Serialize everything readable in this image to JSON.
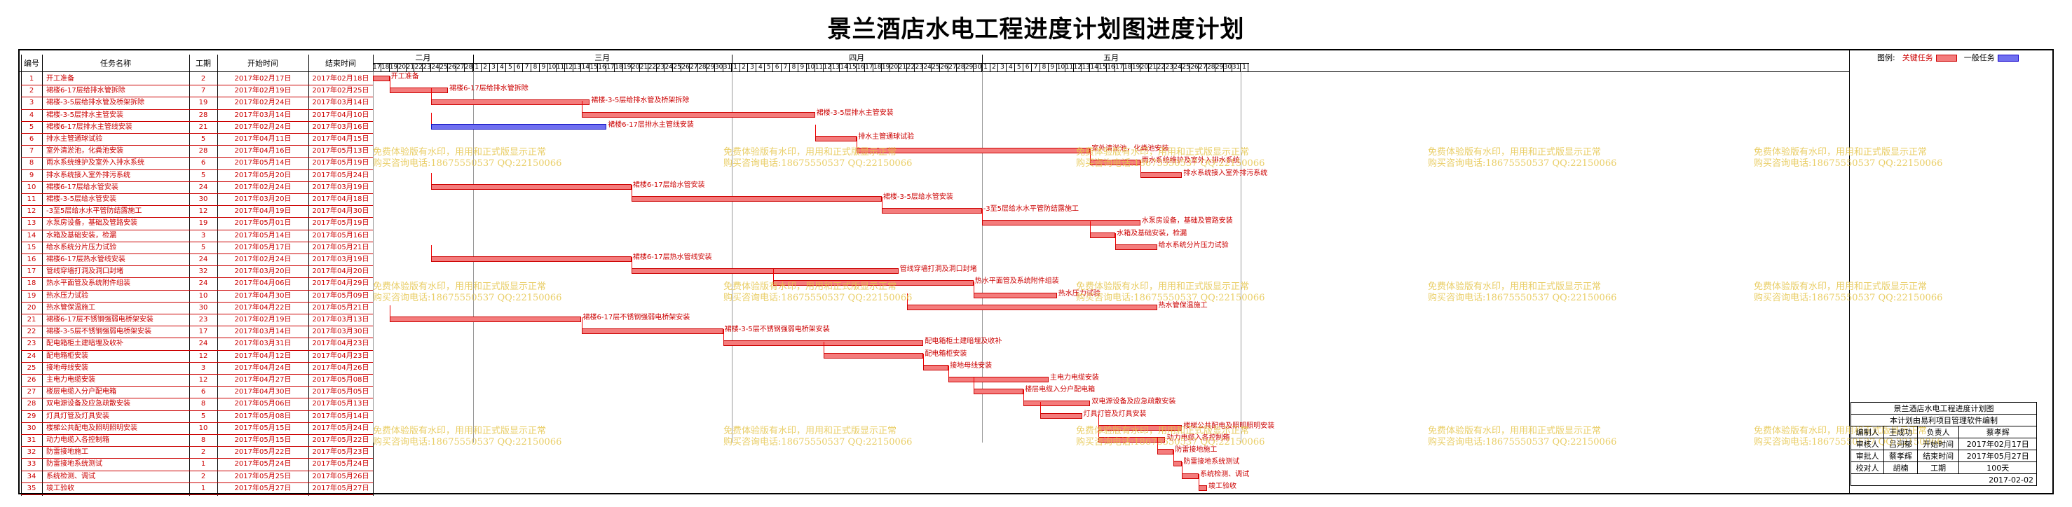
{
  "title": "景兰酒店水电工程进度计划图进度计划",
  "columns": {
    "no": "编号",
    "name": "任务名称",
    "duration": "工期",
    "start": "开始时间",
    "end": "结束时间"
  },
  "months": [
    {
      "label": "二月"
    },
    {
      "label": "三月"
    },
    {
      "label": "四月"
    },
    {
      "label": "五月"
    }
  ],
  "days": [
    "17",
    "18",
    "19",
    "20",
    "21",
    "22",
    "23",
    "24",
    "25",
    "26",
    "27",
    "28",
    "1",
    "2",
    "3",
    "4",
    "5",
    "6",
    "7",
    "8",
    "9",
    "10",
    "11",
    "12",
    "13",
    "14",
    "15",
    "16",
    "17",
    "18",
    "19",
    "20",
    "21",
    "22",
    "23",
    "24",
    "25",
    "26",
    "27",
    "28",
    "29",
    "30",
    "31",
    "1",
    "2",
    "3",
    "4",
    "5",
    "6",
    "7",
    "8",
    "9",
    "10",
    "11",
    "12",
    "13",
    "14",
    "15",
    "16",
    "17",
    "18",
    "19",
    "20",
    "21",
    "22",
    "23",
    "24",
    "25",
    "26",
    "27",
    "28",
    "29",
    "30",
    "1",
    "2",
    "3",
    "4",
    "5",
    "6",
    "7",
    "8",
    "9",
    "10",
    "11",
    "12",
    "13",
    "14",
    "15",
    "16",
    "17",
    "18",
    "19",
    "20",
    "21",
    "22",
    "23",
    "24",
    "25",
    "26",
    "27",
    "28",
    "29",
    "30",
    "31",
    "1"
  ],
  "tasks": [
    {
      "no": "1",
      "name": "开工准备",
      "dur": "2",
      "start": "2017年02月17日",
      "end": "2017年02月18日",
      "s": 0,
      "d": 2,
      "type": "critical"
    },
    {
      "no": "2",
      "name": "裙楼6-17层给排水管拆除",
      "dur": "7",
      "start": "2017年02月19日",
      "end": "2017年02月25日",
      "s": 2,
      "d": 7,
      "type": "critical"
    },
    {
      "no": "3",
      "name": "裙楼-3-5层给排水管及桥架拆除",
      "dur": "19",
      "start": "2017年02月24日",
      "end": "2017年03月14日",
      "s": 7,
      "d": 19,
      "type": "critical"
    },
    {
      "no": "4",
      "name": "裙楼-3-5层排水主管安装",
      "dur": "28",
      "start": "2017年03月14日",
      "end": "2017年04月10日",
      "s": 25,
      "d": 28,
      "type": "critical"
    },
    {
      "no": "5",
      "name": "裙楼6-17层排水主管线安装",
      "dur": "21",
      "start": "2017年02月24日",
      "end": "2017年03月16日",
      "s": 7,
      "d": 21,
      "type": "normal"
    },
    {
      "no": "6",
      "name": "排水主管通球试验",
      "dur": "5",
      "start": "2017年04月11日",
      "end": "2017年04月15日",
      "s": 53,
      "d": 5,
      "type": "critical"
    },
    {
      "no": "7",
      "name": "室外清淤池，化粪池安装",
      "dur": "28",
      "start": "2017年04月16日",
      "end": "2017年05月13日",
      "s": 58,
      "d": 28,
      "type": "critical"
    },
    {
      "no": "8",
      "name": "雨水系统维护及室外入排水系统",
      "dur": "6",
      "start": "2017年05月14日",
      "end": "2017年05月19日",
      "s": 86,
      "d": 6,
      "type": "critical"
    },
    {
      "no": "9",
      "name": "排水系统接入室外排污系统",
      "dur": "5",
      "start": "2017年05月20日",
      "end": "2017年05月24日",
      "s": 92,
      "d": 5,
      "type": "critical"
    },
    {
      "no": "10",
      "name": "裙楼6-17层给水管安装",
      "dur": "24",
      "start": "2017年02月24日",
      "end": "2017年03月19日",
      "s": 7,
      "d": 24,
      "type": "critical"
    },
    {
      "no": "11",
      "name": "裙楼-3-5层给水管安装",
      "dur": "30",
      "start": "2017年03月20日",
      "end": "2017年04月18日",
      "s": 31,
      "d": 30,
      "type": "critical"
    },
    {
      "no": "12",
      "name": "-3至5层给水水平管防结露施工",
      "dur": "12",
      "start": "2017年04月19日",
      "end": "2017年04月30日",
      "s": 61,
      "d": 12,
      "type": "critical"
    },
    {
      "no": "13",
      "name": "水泵房设备，基础及管路安装",
      "dur": "19",
      "start": "2017年05月01日",
      "end": "2017年05月19日",
      "s": 73,
      "d": 19,
      "type": "critical"
    },
    {
      "no": "14",
      "name": "水箱及基础安装，检漏",
      "dur": "3",
      "start": "2017年05月14日",
      "end": "2017年05月16日",
      "s": 86,
      "d": 3,
      "type": "critical"
    },
    {
      "no": "15",
      "name": "给水系统分片压力试验",
      "dur": "5",
      "start": "2017年05月17日",
      "end": "2017年05月21日",
      "s": 89,
      "d": 5,
      "type": "critical"
    },
    {
      "no": "16",
      "name": "裙楼6-17层热水管线安装",
      "dur": "24",
      "start": "2017年02月24日",
      "end": "2017年03月19日",
      "s": 7,
      "d": 24,
      "type": "critical"
    },
    {
      "no": "17",
      "name": "管线穿墙打洞及洞口封堵",
      "dur": "32",
      "start": "2017年03月20日",
      "end": "2017年04月20日",
      "s": 31,
      "d": 32,
      "type": "critical"
    },
    {
      "no": "18",
      "name": "热水平面管及系统附件组装",
      "dur": "24",
      "start": "2017年04月06日",
      "end": "2017年04月29日",
      "s": 48,
      "d": 24,
      "type": "critical"
    },
    {
      "no": "19",
      "name": "热水压力试验",
      "dur": "10",
      "start": "2017年04月30日",
      "end": "2017年05月09日",
      "s": 72,
      "d": 10,
      "type": "critical"
    },
    {
      "no": "20",
      "name": "热水管保温施工",
      "dur": "30",
      "start": "2017年04月22日",
      "end": "2017年05月21日",
      "s": 64,
      "d": 30,
      "type": "critical"
    },
    {
      "no": "21",
      "name": "裙楼6-17层不锈钢强弱电桥架安装",
      "dur": "23",
      "start": "2017年02月19日",
      "end": "2017年03月13日",
      "s": 2,
      "d": 23,
      "type": "critical"
    },
    {
      "no": "22",
      "name": "裙楼-3-5层不锈钢强弱电桥架安装",
      "dur": "17",
      "start": "2017年03月14日",
      "end": "2017年03月30日",
      "s": 25,
      "d": 17,
      "type": "critical"
    },
    {
      "no": "23",
      "name": "配电箱柜土建暗埋及收补",
      "dur": "24",
      "start": "2017年03月31日",
      "end": "2017年04月23日",
      "s": 42,
      "d": 24,
      "type": "critical"
    },
    {
      "no": "24",
      "name": "配电箱柜安装",
      "dur": "12",
      "start": "2017年04月12日",
      "end": "2017年04月23日",
      "s": 54,
      "d": 12,
      "type": "critical"
    },
    {
      "no": "25",
      "name": "接地母线安装",
      "dur": "3",
      "start": "2017年04月24日",
      "end": "2017年04月26日",
      "s": 66,
      "d": 3,
      "type": "critical"
    },
    {
      "no": "26",
      "name": "主电力电缆安装",
      "dur": "12",
      "start": "2017年04月27日",
      "end": "2017年05月08日",
      "s": 69,
      "d": 12,
      "type": "critical"
    },
    {
      "no": "27",
      "name": "楼层电缆入分户配电箱",
      "dur": "6",
      "start": "2017年04月30日",
      "end": "2017年05月05日",
      "s": 72,
      "d": 6,
      "type": "critical"
    },
    {
      "no": "28",
      "name": "双电源设备及应急疏散安装",
      "dur": "8",
      "start": "2017年05月06日",
      "end": "2017年05月13日",
      "s": 78,
      "d": 8,
      "type": "critical"
    },
    {
      "no": "29",
      "name": "灯具灯管及灯具安装",
      "dur": "5",
      "start": "2017年05月08日",
      "end": "2017年05月14日",
      "s": 80,
      "d": 5,
      "type": "critical"
    },
    {
      "no": "30",
      "name": "楼梯公共配电及照明照明安装",
      "dur": "10",
      "start": "2017年05月15日",
      "end": "2017年05月24日",
      "s": 87,
      "d": 10,
      "type": "critical"
    },
    {
      "no": "31",
      "name": "动力电缆入各控制箱",
      "dur": "8",
      "start": "2017年05月15日",
      "end": "2017年05月22日",
      "s": 87,
      "d": 8,
      "type": "critical"
    },
    {
      "no": "32",
      "name": "防雷接地施工",
      "dur": "2",
      "start": "2017年05月22日",
      "end": "2017年05月23日",
      "s": 94,
      "d": 2,
      "type": "critical"
    },
    {
      "no": "33",
      "name": "防雷接地系统测试",
      "dur": "1",
      "start": "2017年05月24日",
      "end": "2017年05月24日",
      "s": 96,
      "d": 1,
      "type": "critical"
    },
    {
      "no": "34",
      "name": "系统检测、调试",
      "dur": "2",
      "start": "2017年05月25日",
      "end": "2017年05月26日",
      "s": 97,
      "d": 2,
      "type": "critical"
    },
    {
      "no": "35",
      "name": "竣工验收",
      "dur": "1",
      "start": "2017年05月27日",
      "end": "2017年05月27日",
      "s": 99,
      "d": 1,
      "type": "critical"
    }
  ],
  "watermark": {
    "line1": "免费体验版有水印，用用和正式版显示正常",
    "line2": "购买咨询电话:18675550537 QQ:22150066"
  },
  "legend": {
    "title": "图例:",
    "critical": "关键任务",
    "normal": "一般任务",
    "critical_color": "#f47c7c",
    "normal_color": "#7070f0"
  },
  "info": {
    "project": "景兰酒店水电工程进度计划图",
    "software": "本计划由易利项目管理软件编制",
    "editor_label": "编制人",
    "editor": "王成功",
    "owner_label": "负责人",
    "owner": "蔡孝辉",
    "reviewer_label": "审核人",
    "reviewer": "吕河郁",
    "start_label": "开始时间",
    "start": "2017年02月17日",
    "approver_label": "审批人",
    "approver": "蔡孝辉",
    "end_label": "结束时间",
    "end": "2017年05月27日",
    "checker_label": "校对人",
    "checker": "胡楠",
    "dur_label": "工期",
    "dur": "100天",
    "date": "2017-02-02"
  }
}
